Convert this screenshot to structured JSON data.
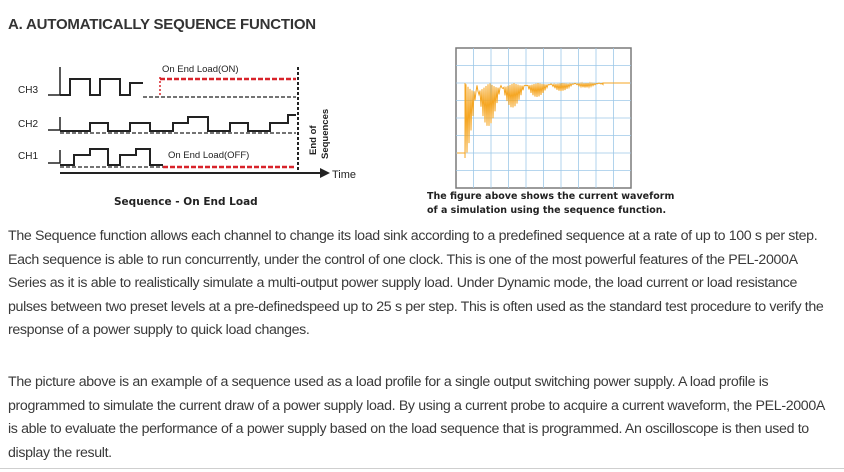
{
  "heading": "A. AUTOMATICALLY SEQUENCE FUNCTION",
  "sequence_diagram": {
    "channels": [
      "CH3",
      "CH2",
      "CH1"
    ],
    "on_end_load_on": "On End Load(ON)",
    "on_end_load_off": "On End Load(OFF)",
    "end_of_sequences_line1": "End of",
    "end_of_sequences_line2": "Sequences",
    "time_label": "Time",
    "caption": "Sequence - On End Load"
  },
  "waveform_figure": {
    "caption_line1": "The figure above shows the current waveform",
    "caption_line2": "of a simulation using the sequence function.",
    "trace_color": "#f5a623",
    "grid_color": "#9ec8e8"
  },
  "paragraphs": [
    "The Sequence function allows each channel to change its load sink according to a predefined sequence at a rate of up to 100 s per step. Each sequence is able to run concurrently, under the control of one clock. This is one of the most powerful features of the PEL-2000A Series as it is able to realistically simulate a multi-output power supply load. Under Dynamic mode, the load current or load resistance pulses between two preset levels at a pre-definedspeed up to 25 s per step. This is often used as the standard test procedure to verify the response of a power supply to quick load changes.",
    "The picture above is an example of a sequence used as a load profile for a single output switching power supply. A load profile is programmed to simulate the current draw of a power supply load. By using a current probe to acquire a current waveform, the PEL-2000A is able to evaluate the performance of a power supply based on the load sequence that is programmed. An oscilloscope is then used to display the result."
  ]
}
